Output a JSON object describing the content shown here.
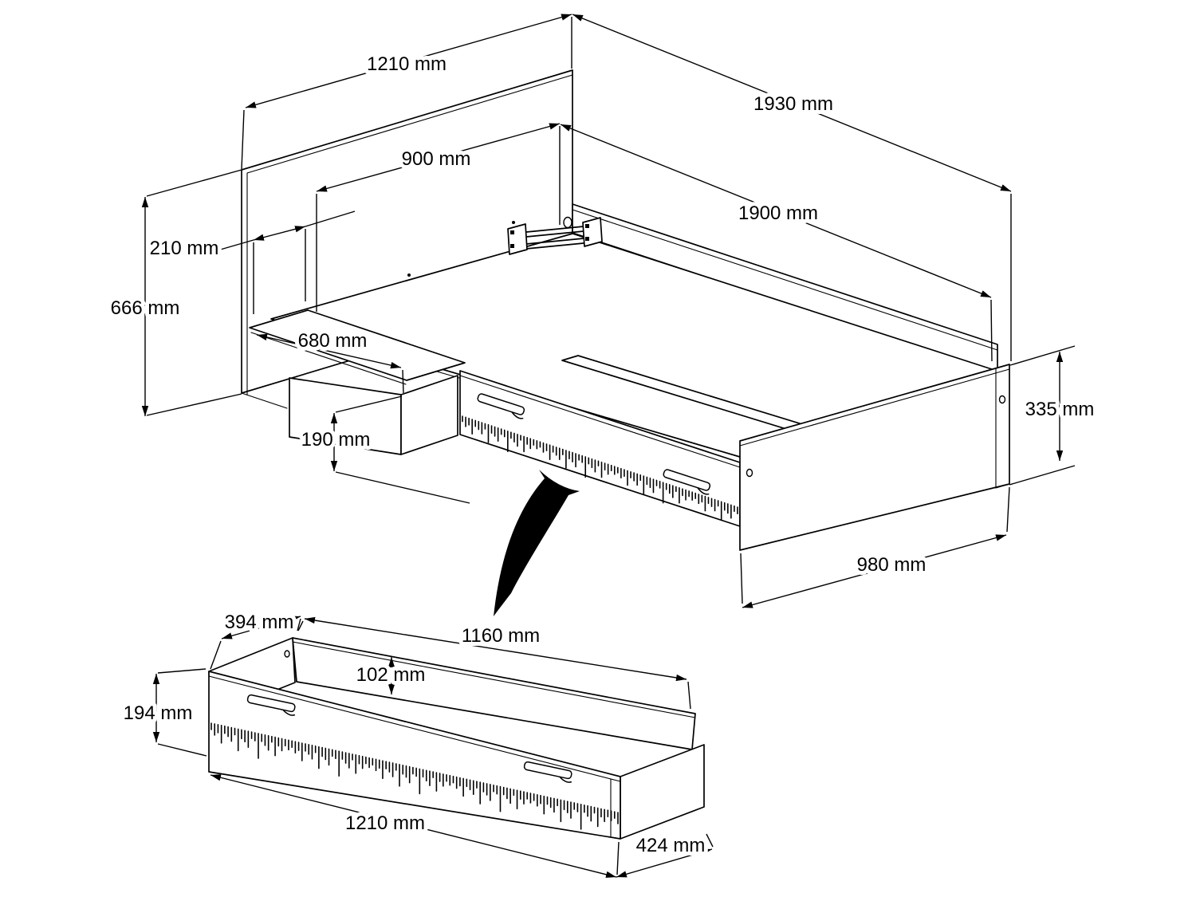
{
  "units": "mm",
  "diagram": {
    "kind": "bed with under-bed storage drawer — dimension drawing",
    "line_color": "#000000",
    "background": "#ffffff"
  },
  "dims": {
    "bed": [
      {
        "name": "headboard-width",
        "label": "1210 mm"
      },
      {
        "name": "total-length",
        "label": "1930 mm"
      },
      {
        "name": "mattress-width",
        "label": "900 mm"
      },
      {
        "name": "inner-length",
        "label": "1900 mm"
      },
      {
        "name": "shelf-offset",
        "label": "210 mm"
      },
      {
        "name": "headboard-height",
        "label": "666 mm"
      },
      {
        "name": "shelf-width",
        "label": "680 mm"
      },
      {
        "name": "shelf-height",
        "label": "190 mm"
      },
      {
        "name": "footboard-height",
        "label": "335 mm"
      },
      {
        "name": "footboard-width",
        "label": "980 mm"
      }
    ],
    "drawer": [
      {
        "name": "drawer-depth-top",
        "label": "394 mm"
      },
      {
        "name": "drawer-inner-length",
        "label": "1160 mm"
      },
      {
        "name": "drawer-inner-height",
        "label": "102 mm"
      },
      {
        "name": "drawer-front-height",
        "label": "194 mm"
      },
      {
        "name": "drawer-front-width",
        "label": "1210 mm"
      },
      {
        "name": "drawer-depth-bottom",
        "label": "424 mm"
      }
    ]
  }
}
